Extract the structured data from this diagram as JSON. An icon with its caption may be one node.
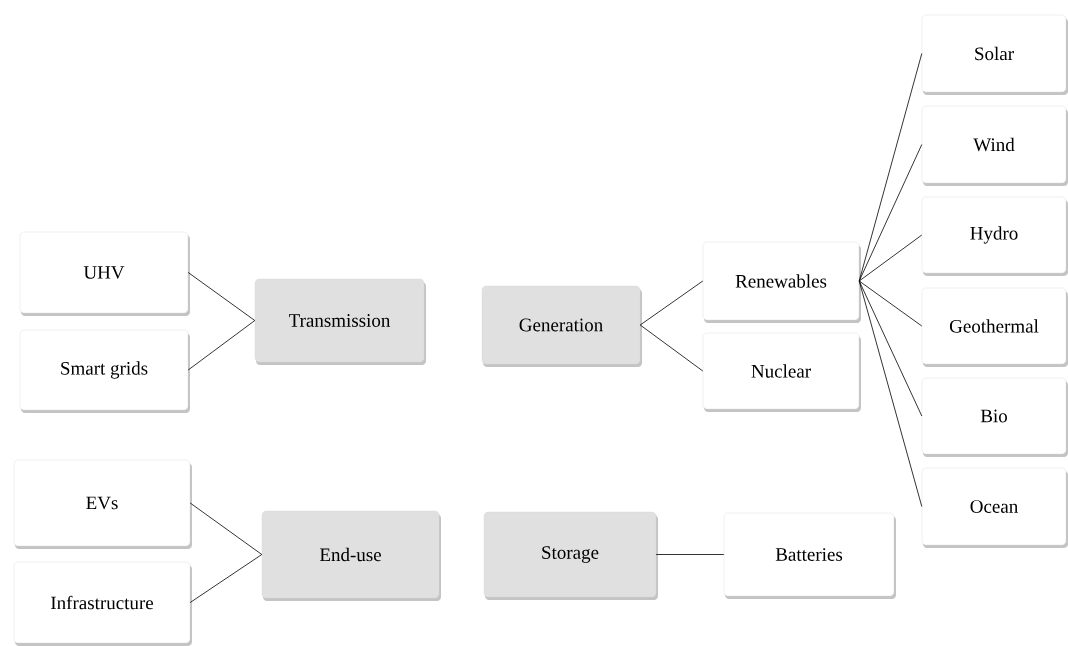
{
  "diagram": {
    "nodes": [
      {
        "text": [
          "UHV"
        ]
      },
      {
        "text": [
          "Smart grids"
        ]
      },
      {
        "text": [
          "Transmission"
        ]
      },
      {
        "text": [
          "Generation"
        ]
      },
      {
        "text": [
          "Renewables"
        ]
      },
      {
        "text": [
          "Nuclear"
        ]
      },
      {
        "text": [
          "Solar"
        ]
      },
      {
        "text": [
          "Wind"
        ]
      },
      {
        "text": [
          "Hydro"
        ]
      },
      {
        "text": [
          "Geothermal"
        ]
      },
      {
        "text": [
          "Bio"
        ]
      },
      {
        "text": [
          "Ocean"
        ]
      },
      {
        "text": [
          "EVs"
        ]
      },
      {
        "text": [
          "Infrastructure"
        ]
      },
      {
        "text": [
          "End-use"
        ]
      },
      {
        "text": [
          "Storage"
        ]
      },
      {
        "text": [
          "Batteries"
        ]
      }
    ],
    "edges": [
      {
        "from": 2,
        "to": 0,
        "arrow": "none"
      },
      {
        "from": 2,
        "to": 1,
        "arrow": "none"
      },
      {
        "from": 3,
        "to": 4,
        "arrow": "none"
      },
      {
        "from": 3,
        "to": 5,
        "arrow": "none"
      },
      {
        "from": 4,
        "to": 6,
        "arrow": "none"
      },
      {
        "from": 4,
        "to": 7,
        "arrow": "none"
      },
      {
        "from": 4,
        "to": 8,
        "arrow": "none"
      },
      {
        "from": 4,
        "to": 9,
        "arrow": "none"
      },
      {
        "from": 4,
        "to": 10,
        "arrow": "none"
      },
      {
        "from": 4,
        "to": 11,
        "arrow": "none"
      },
      {
        "from": 14,
        "to": 12,
        "arrow": "none"
      },
      {
        "from": 14,
        "to": 13,
        "arrow": "none"
      },
      {
        "from": 15,
        "to": 16,
        "arrow": "none"
      }
    ]
  }
}
